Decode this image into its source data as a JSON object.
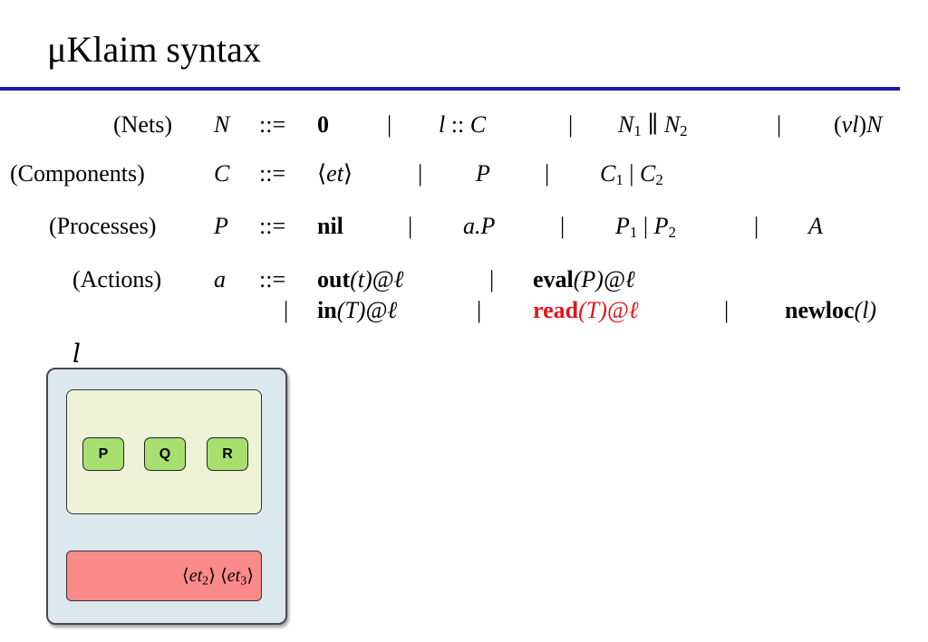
{
  "slide": {
    "title": "μKlaim syntax"
  },
  "grammar": {
    "nets": {
      "label": "(Nets)",
      "symbol": "N",
      "defs": "::=",
      "zero": "0",
      "sep": "|",
      "loc_l": "l",
      "dcolon": "::",
      "C": "C",
      "N": "N",
      "sub1": "1",
      "par": "∥",
      "sub2": "2",
      "restrict_open": "(",
      "nu": "ν",
      "restrict_close": ")"
    },
    "components": {
      "label": "(Components)",
      "symbol": "C",
      "defs": "::=",
      "tuple_open": "⟨",
      "et": "et",
      "tuple_close": "⟩",
      "sep": "|",
      "P": "P",
      "C": "C",
      "sub1": "1",
      "sub2": "2"
    },
    "processes": {
      "label": "(Processes)",
      "symbol": "P",
      "defs": "::=",
      "nil": "nil",
      "sep": "|",
      "aP": "a.P",
      "P": "P",
      "sub1": "1",
      "sub2": "2",
      "A": "A"
    },
    "actions": {
      "label": "(Actions)",
      "symbol": "a",
      "defs": "::=",
      "sep": "|",
      "out_kw": "out",
      "out_arg": "(t)@ℓ",
      "eval_kw": "eval",
      "eval_arg": "(P)@ℓ",
      "in_kw": "in",
      "in_arg": "(T)@ℓ",
      "read_kw": "read",
      "read_arg": "(T)@ℓ",
      "newloc_kw": "newloc",
      "newloc_arg": "(l)"
    }
  },
  "diagram": {
    "location_label": "l",
    "processes": [
      "P",
      "Q",
      "R"
    ],
    "tuple_open": "⟨",
    "tuple_close": "⟩",
    "et": "et",
    "t2_sub": "2",
    "t3_sub": "3",
    "colors": {
      "outer": "#dbe9ee",
      "process_area": "#eef2d7",
      "process_pill": "#a8e070",
      "tuple_space": "#fb8a8a",
      "highlight": "#e0161c",
      "rule": "#1b1ba8"
    }
  }
}
